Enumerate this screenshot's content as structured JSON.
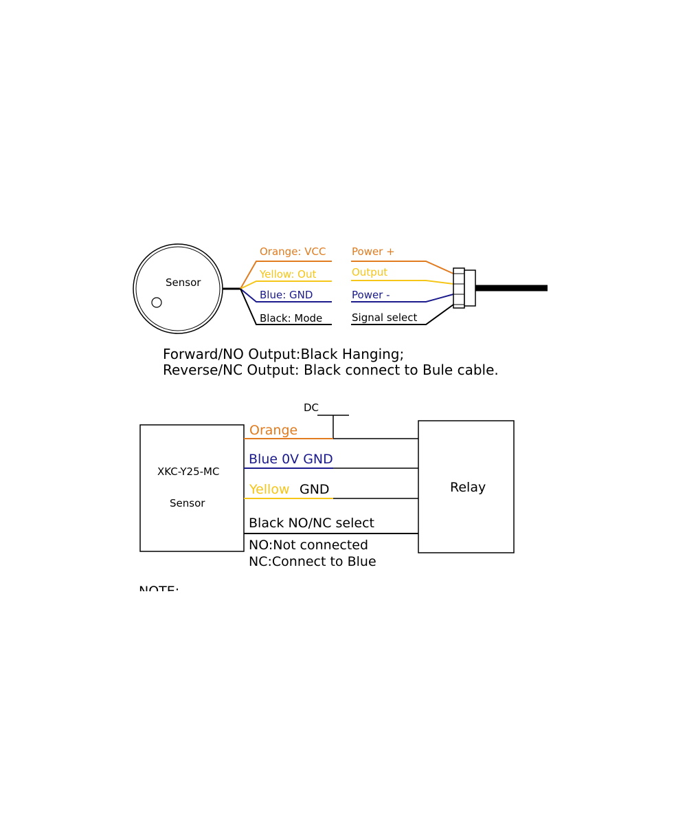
{
  "colors": {
    "orange": "#e07b1f",
    "yellow": "#f5c518",
    "blue": "#1a1a8c",
    "black": "#000000"
  },
  "top_diagram": {
    "sensor_label": "Sensor",
    "wires_left": [
      {
        "label": "Orange: VCC",
        "color": "orange"
      },
      {
        "label": "Yellow: Out",
        "color": "yellow"
      },
      {
        "label": "Blue: GND",
        "color": "blue"
      },
      {
        "label": "Black: Mode",
        "color": "black"
      }
    ],
    "wires_right": [
      {
        "label": "Power +",
        "color": "orange"
      },
      {
        "label": "Output",
        "color": "yellow"
      },
      {
        "label": "Power -",
        "color": "blue"
      },
      {
        "label": "Signal select",
        "color": "black"
      }
    ],
    "note_line1": "Forward/NO Output:Black Hanging;",
    "note_line2": "Reverse/NC Output: Black connect to Bule cable."
  },
  "bottom_diagram": {
    "dc_label": "DC",
    "sensor_model": "XKC-Y25-MC",
    "sensor_label": "Sensor",
    "relay_label": "Relay",
    "orange_label": "Orange",
    "blue_label": "Blue 0V GND",
    "yellow_label": "Yellow",
    "yellow_gnd_label": "GND",
    "black_label": "Black NO/NC select",
    "no_label": "NO:Not connected",
    "nc_label": "NC:Connect  to Blue",
    "note_label": "NOTE:"
  }
}
